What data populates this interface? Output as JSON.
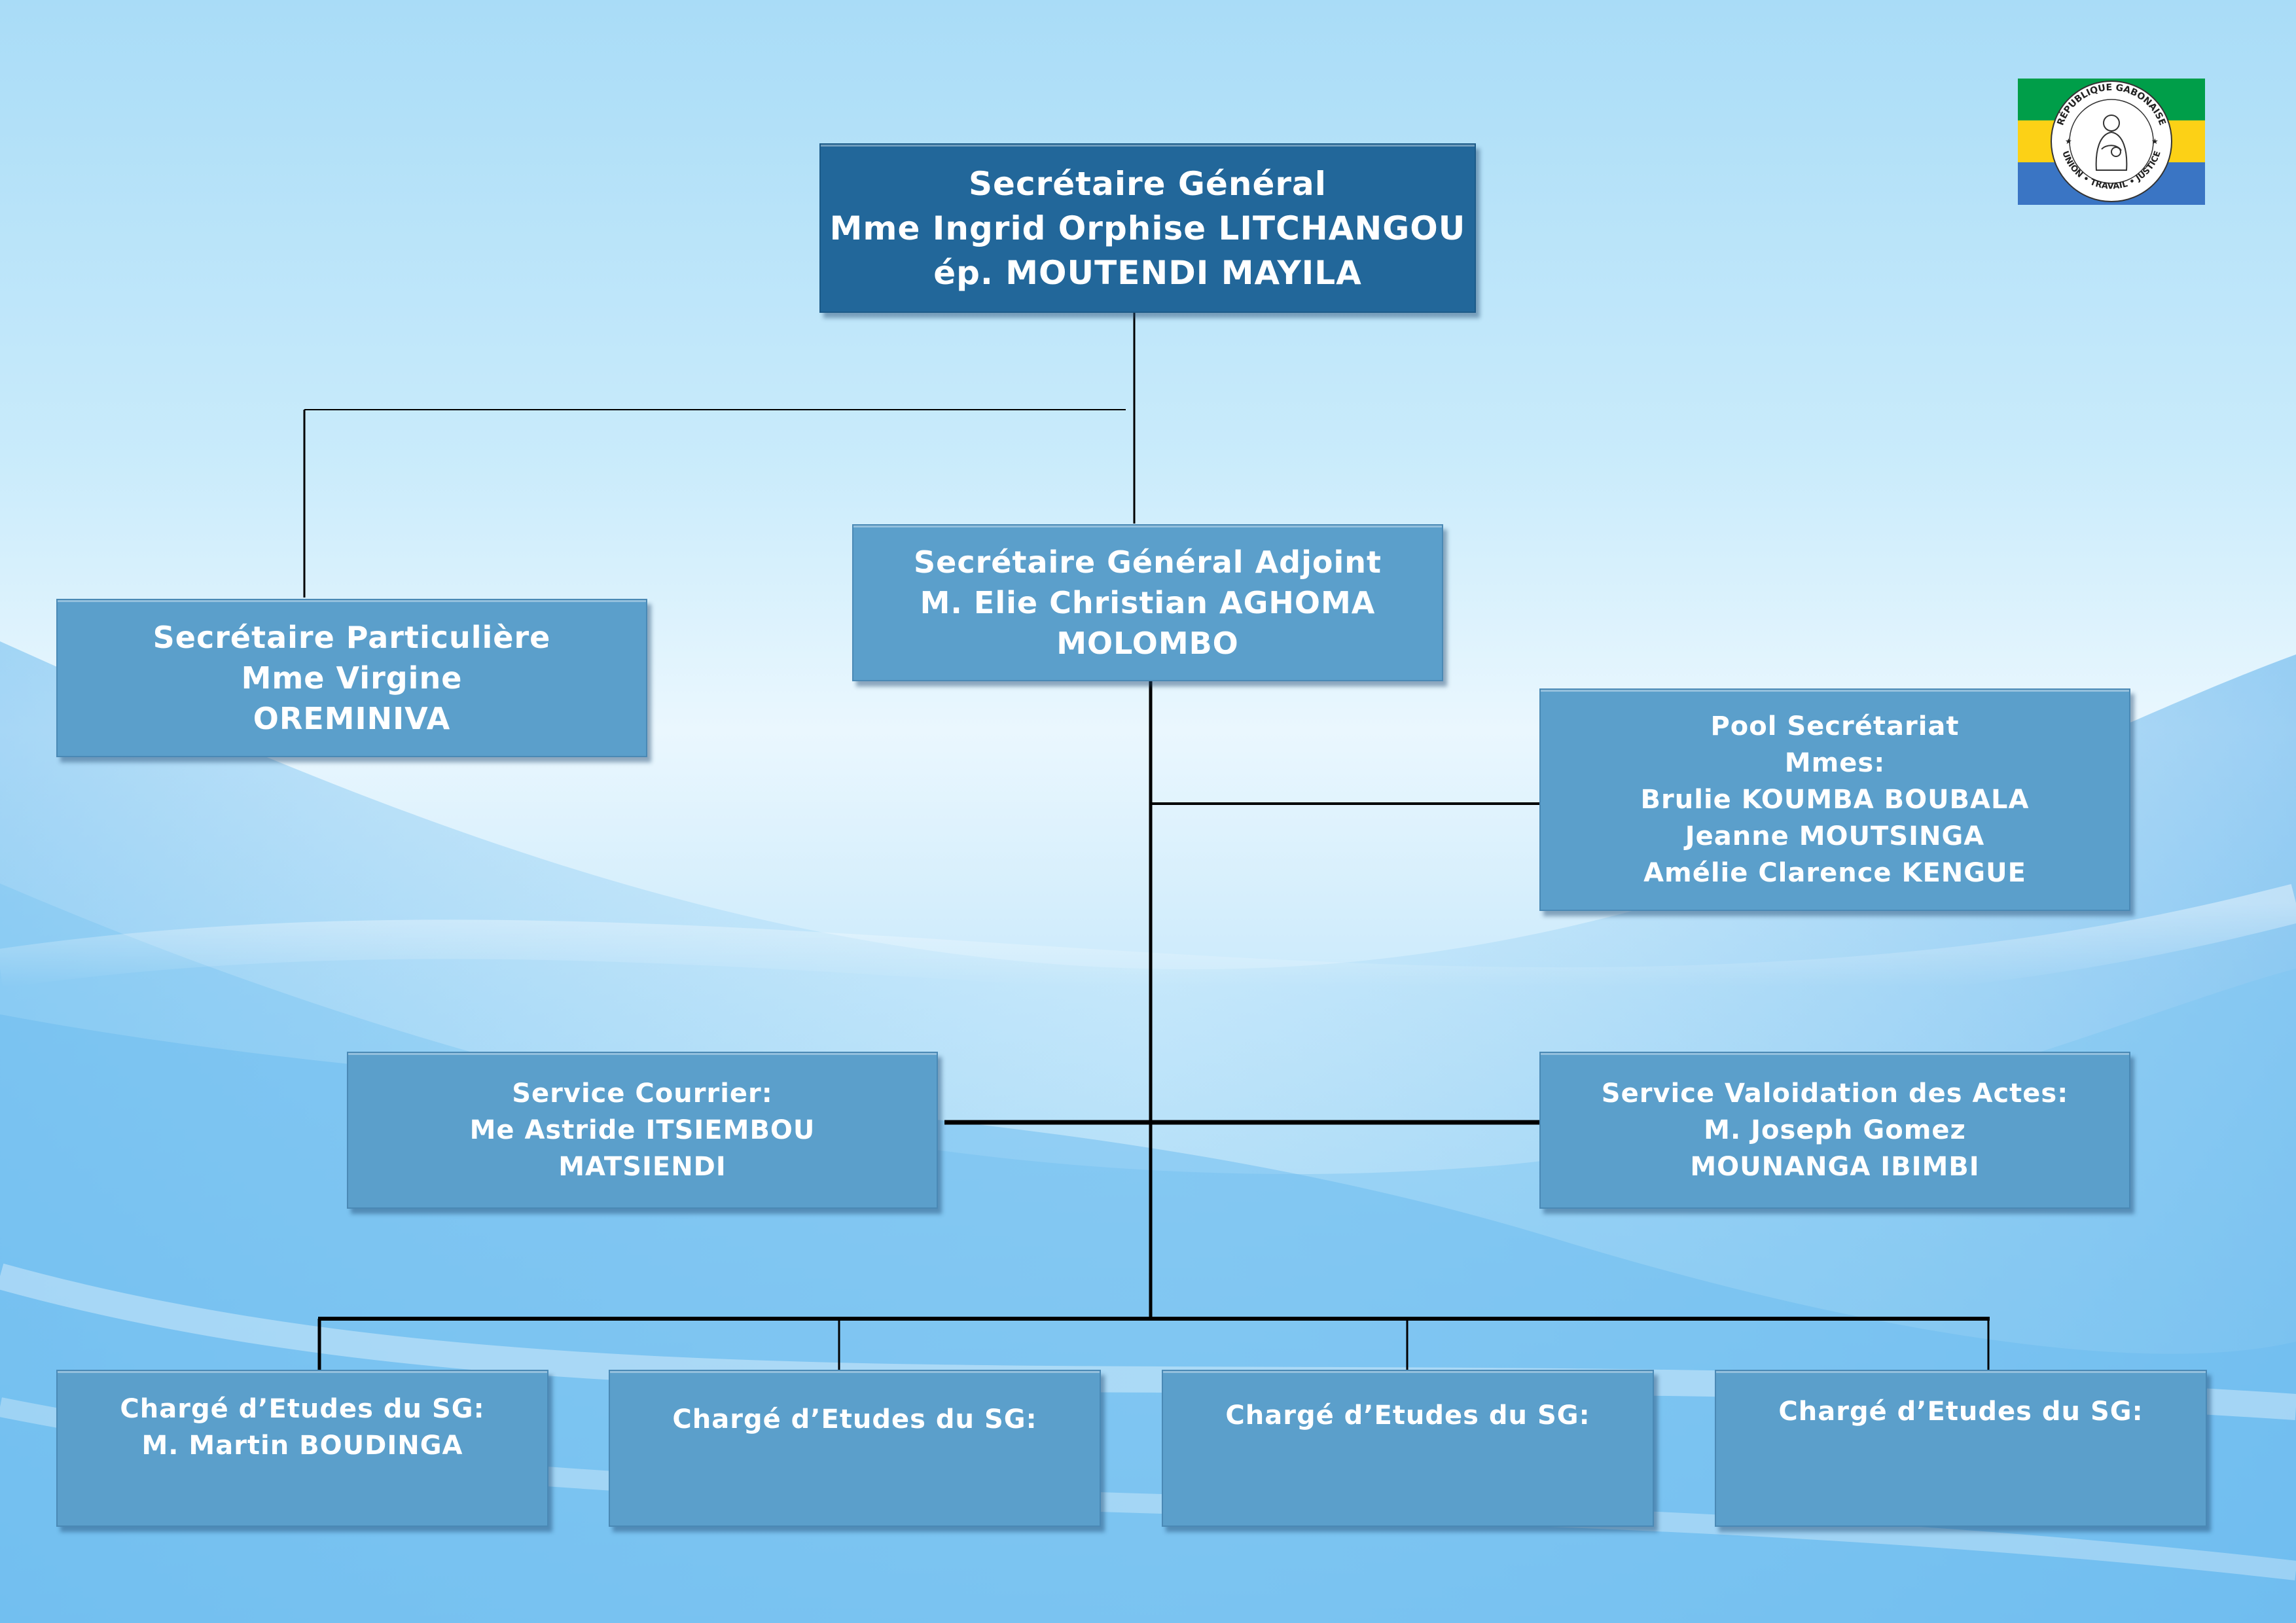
{
  "header": {
    "flag_emblem": {
      "icon": "gabon-flag-with-coat-of-arms-icon",
      "colors": {
        "green": "#009e49",
        "yellow": "#fcd116",
        "blue": "#3a75c4"
      },
      "seal_top_text": "RÉPUBLIQUE GABONAISE",
      "seal_bottom_text": "UNION • TRAVAIL • JUSTICE"
    }
  },
  "org": {
    "secretary_general": {
      "title": "Secrétaire Général",
      "name_line1": "Mme Ingrid Orphise LITCHANGOU",
      "name_line2": "ép. MOUTENDI MAYILA"
    },
    "private_secretary": {
      "title": "Secrétaire Particulière",
      "name_line1": "Mme Virgine",
      "name_line2": "OREMINIVA"
    },
    "deputy_secretary_general": {
      "title": "Secrétaire Général Adjoint",
      "name_line1": "M. Elie Christian AGHOMA",
      "name_line2": "MOLOMBO"
    },
    "secretariat_pool": {
      "title": "Pool Secrétariat",
      "subtitle": "Mmes:",
      "members": [
        "Brulie KOUMBA BOUBALA",
        "Jeanne MOUTSINGA",
        "Amélie Clarence KENGUE"
      ]
    },
    "mail_service": {
      "title": "Service Courrier:",
      "name_line1": "Me Astride ITSIEMBOU",
      "name_line2": "MATSIENDI"
    },
    "acts_validation_service": {
      "title": "Service Valoidation des Actes:",
      "name_line1": "M. Joseph Gomez",
      "name_line2": "MOUNANGA IBIMBI"
    },
    "study_officers": [
      {
        "title": "Chargé d’Etudes du SG:",
        "name": "M. Martin BOUDINGA"
      },
      {
        "title": "Chargé d’Etudes du SG:",
        "name": ""
      },
      {
        "title": "Chargé d’Etudes du SG:",
        "name": ""
      },
      {
        "title": "Chargé d’Etudes du SG:",
        "name": ""
      }
    ]
  },
  "colors": {
    "box_fill": "#5b9fcb",
    "box_fill_top": "#22679a",
    "text": "#ffffff",
    "connector": "#000000"
  }
}
